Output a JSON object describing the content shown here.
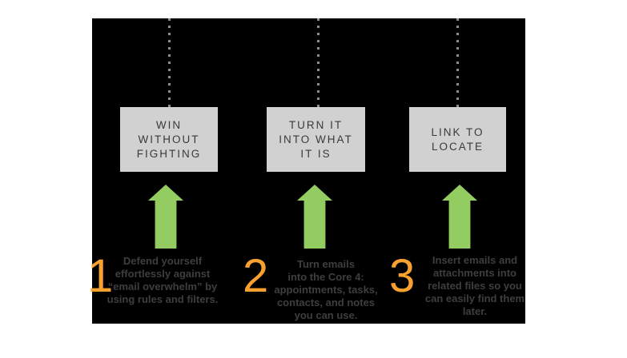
{
  "diagram": {
    "page_background": "#ffffff",
    "panel_background": "#000000",
    "colors": {
      "arrow_green": "#93cd61",
      "number_orange": "#f8a12f",
      "box_fill": "#d1d1d2",
      "box_text": "#3a3a3c",
      "description_text": "#3e3e40",
      "dotted_line_gray": "#8e8e90"
    },
    "steps": [
      {
        "number": "1",
        "box_label": "WIN\nWITHOUT\nFIGHTING",
        "description": "Defend yourself\neffortlessly against\n“email overwhelm” by\nusing rules and filters."
      },
      {
        "number": "2",
        "box_label": "TURN IT\nINTO WHAT\nIT IS",
        "description": "Turn emails\ninto the Core 4:\nappointments, tasks,\ncontacts, and notes\nyou can use."
      },
      {
        "number": "3",
        "box_label": "LINK TO\nLOCATE",
        "description": "Insert emails and\nattachments into\nrelated files so you\ncan easily find them\nlater."
      }
    ]
  }
}
